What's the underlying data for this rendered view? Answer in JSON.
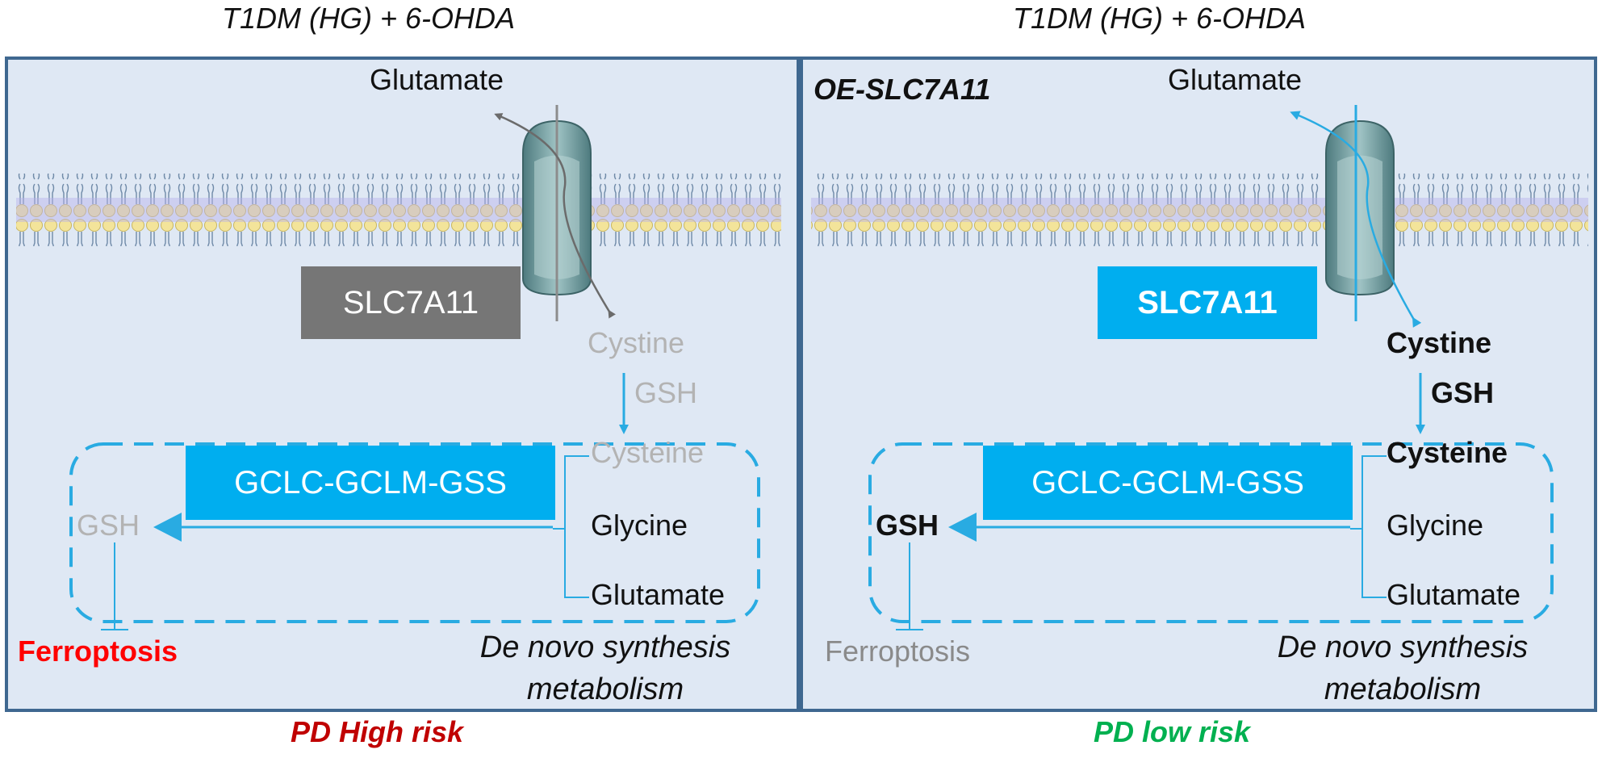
{
  "left": {
    "condition": "T1DM (HG) + 6-OHDA",
    "exported_label": "Glutamate",
    "transporter_label": "SLC7A11",
    "cystine_label": "Cystine",
    "gsh_arrow_label": "GSH",
    "enzyme_label": "GCLC-GCLM-GSS",
    "substrates": [
      "Cysteine",
      "Glycine",
      "Glutamate"
    ],
    "product_label": "GSH",
    "outcome_label": "Ferroptosis",
    "pathway_line1": "De novo synthesis",
    "pathway_line2": "metabolism",
    "risk_label": "PD High risk"
  },
  "right": {
    "condition": "T1DM (HG) + 6-OHDA",
    "treatment_label": "OE-SLC7A11",
    "exported_label": "Glutamate",
    "transporter_label": "SLC7A11",
    "cystine_label": "Cystine",
    "gsh_arrow_label": "GSH",
    "enzyme_label": "GCLC-GCLM-GSS",
    "substrates": [
      "Cysteine",
      "Glycine",
      "Glutamate"
    ],
    "product_label": "GSH",
    "outcome_label": "Ferroptosis",
    "pathway_line1": "De novo synthesis",
    "pathway_line2": "metabolism",
    "risk_label": "PD low risk"
  },
  "colors": {
    "panel_bg": "#dfe8f4",
    "panel_border": "#3f6890",
    "enzyme_box": "#00aeef",
    "inactive_box": "#767676",
    "inactive_text": "#b3b3b3",
    "high_risk": "#c00000",
    "low_risk": "#00b050",
    "ferroptosis_active": "#ff0000",
    "ferroptosis_inactive": "#8a8a8a"
  },
  "icons": [
    "cell-membrane-icon",
    "xct-transporter-icon"
  ]
}
